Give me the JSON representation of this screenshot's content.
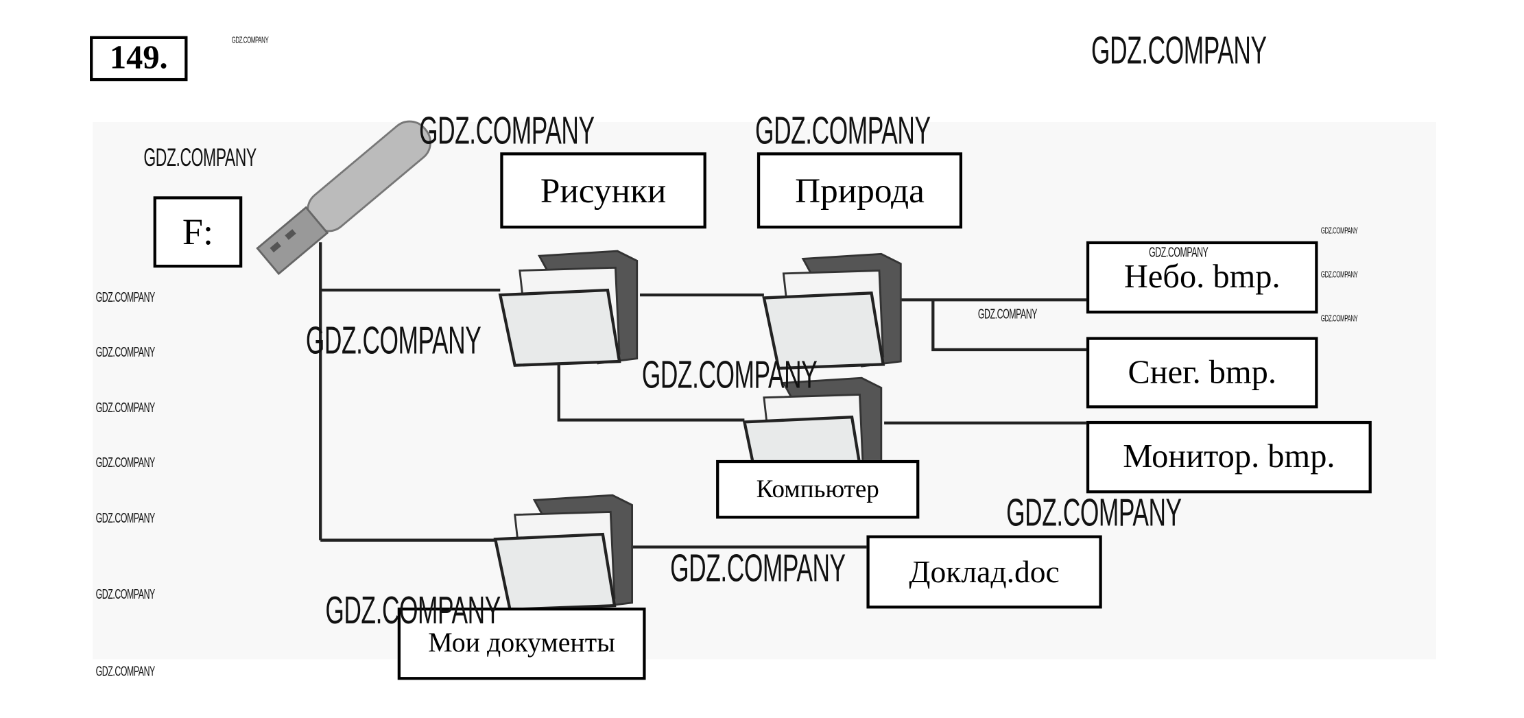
{
  "exercise_number": "149.",
  "watermark": "GDZ.COMPANY",
  "tree": {
    "root": "F:",
    "folders": {
      "pictures": "Рисунки",
      "nature": "Природа",
      "computer": "Компьютер",
      "my_documents": "Мои документы"
    },
    "files": {
      "sky": "Небо. bmp.",
      "snow": "Снег. bmp.",
      "monitor": "Монитор. bmp.",
      "report": "Доклад.doc"
    }
  }
}
